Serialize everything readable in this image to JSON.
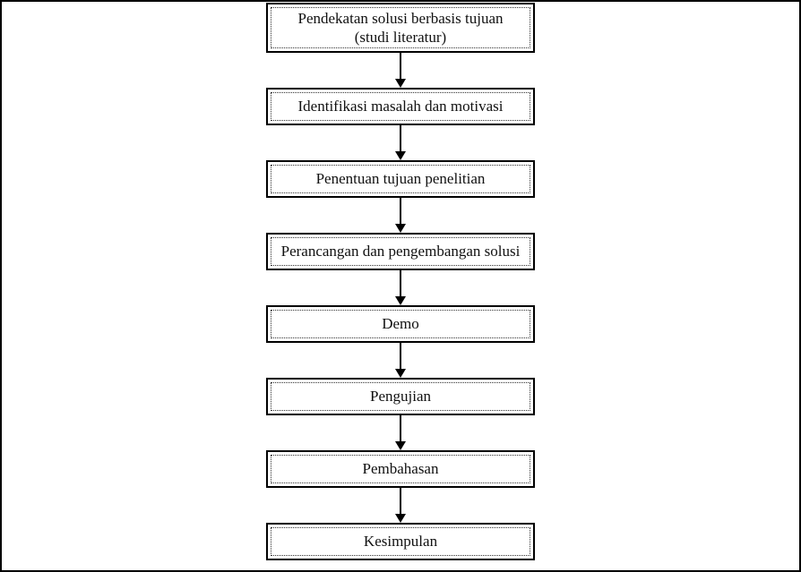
{
  "canvas": {
    "background_color": "#ffffff",
    "border_color": "#000000",
    "box_border_color": "#000000",
    "box_inner_border_style": "dotted",
    "arrow_color": "#000000"
  },
  "icons": {
    "flow_connector": "arrow-down"
  },
  "flowchart": {
    "type": "flowchart",
    "direction": "top-down",
    "steps": [
      {
        "label": "Pendekatan solusi berbasis tujuan\n(studi literatur)"
      },
      {
        "label": "Identifikasi masalah dan motivasi"
      },
      {
        "label": "Penentuan tujuan penelitian"
      },
      {
        "label": "Perancangan dan pengembangan solusi"
      },
      {
        "label": "Demo"
      },
      {
        "label": "Pengujian"
      },
      {
        "label": "Pembahasan"
      },
      {
        "label": "Kesimpulan"
      }
    ]
  }
}
